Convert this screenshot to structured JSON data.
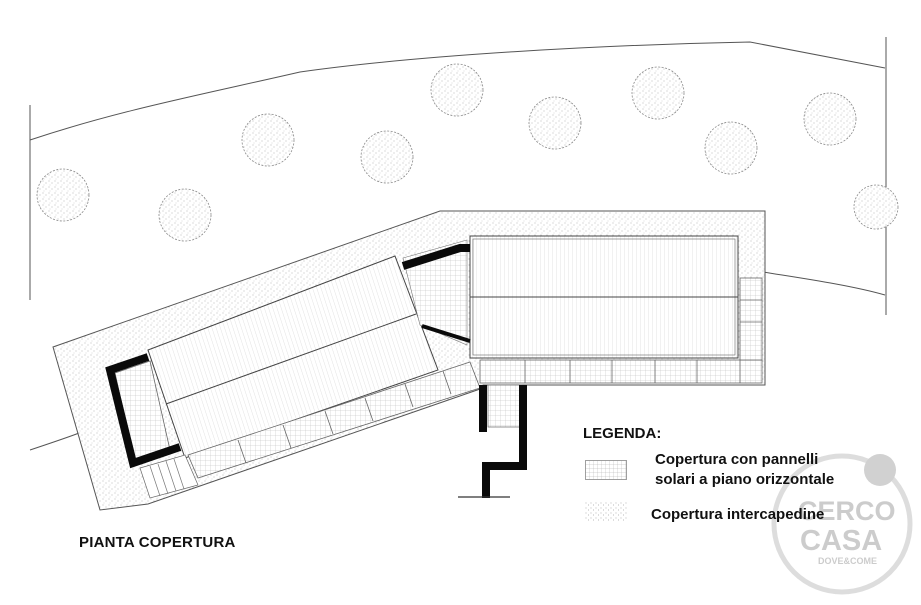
{
  "drawing": {
    "title": "PIANTA COPERTURA"
  },
  "legend": {
    "title": "LEGENDA:",
    "items": [
      {
        "line1": "Copertura con pannelli",
        "line2": "solari a piano orizzontale",
        "pattern": "solar-grid"
      },
      {
        "line1": "Copertura intercapedine",
        "pattern": "stipple"
      }
    ]
  },
  "watermark": {
    "line1": "CERCO",
    "line2": "CASA",
    "line3": "DOVE&COME"
  },
  "colors": {
    "ink": "#111111",
    "line": "#555555",
    "watermark": "#c8c8c8"
  }
}
